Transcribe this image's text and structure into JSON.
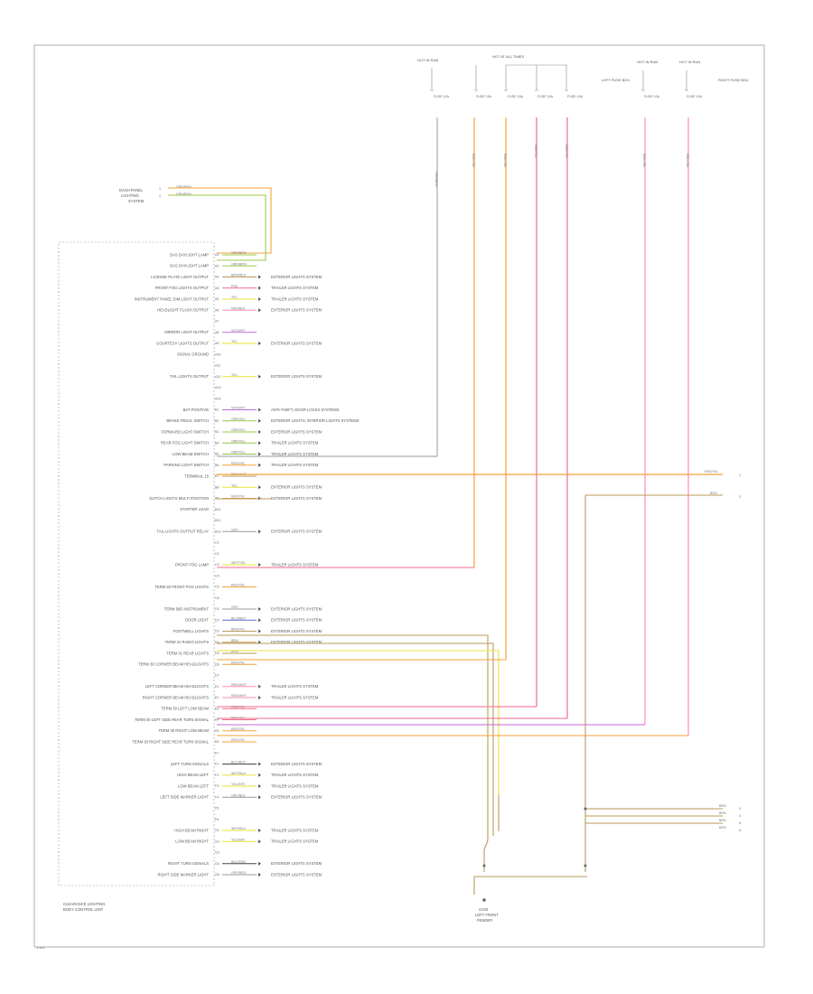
{
  "footer": {
    "page_id": "1 of 1"
  },
  "module": {
    "title_line1": "CLEARANCE LIGHTING",
    "title_line2": "BODY CONTROL UNIT"
  },
  "ground": {
    "line1": "G103",
    "line2": "LEFT FRONT",
    "line3": "FENDER"
  },
  "top_labels": {
    "hot_at_all_times": "HOT AT ALL TIMES",
    "hot_in_run_left": "HOT IN RUN",
    "left_fuse_box": "LEFT FUSE BOX",
    "hot_run_1": "HOT IN RUN",
    "hot_run_2": "HOT IN RUN",
    "right_fuse_box": "RIGHT FUSE BOX",
    "fuse_a": "FUSE 10A",
    "fuse_b": "FUSE 15A",
    "fuse_c": "FUSE 15A",
    "fuse_d": "FUSE 15A",
    "fuse_e": "FUSE 15A",
    "fuse_f": "FUSE 10A",
    "fuse_g": "FUSE 10A"
  },
  "left_input": {
    "labels": [
      "DASH PANEL",
      "LIGHTING",
      "SYSTEM"
    ],
    "wires": [
      "GRN/BRN",
      "GRN/BRN"
    ]
  },
  "connector_labels": {
    "left": [
      "1",
      "2"
    ],
    "right": [
      "1",
      "2",
      "3",
      "4"
    ]
  },
  "pin_rows": [
    {
      "label": "DAS DAYLIGHT LAMP",
      "pin": "A1",
      "wire": "GRN/BRN",
      "dest": ""
    },
    {
      "label": "DAS DAYLIGHT LAMP",
      "pin": "A2",
      "wire": "GRN/BRN",
      "dest": ""
    },
    {
      "label": "LICENSE PLATE LIGHT OUTPUT",
      "pin": "A3",
      "wire": "BRN/RED",
      "dest": "EXTERIOR LIGHTS SYSTEM"
    },
    {
      "label": "FRONT FOG LIGHTS OUTPUT",
      "pin": "A4",
      "wire": "PNK",
      "dest": "TRAILER LIGHTS SYSTEM"
    },
    {
      "label": "INSTRUMENT PANEL DIM LIGHT OUTPUT",
      "pin": "A5",
      "wire": "YEL",
      "dest": "TRAILER LIGHTS SYSTEM"
    },
    {
      "label": "HEADLIGHT FLASH OUTPUT",
      "pin": "A6",
      "wire": "RED/BLK",
      "dest": "EXTERIOR LIGHTS SYSTEM"
    },
    {
      "label": "",
      "pin": "A7",
      "wire": "",
      "dest": ""
    },
    {
      "label": "MIRROR LIGHT OUTPUT",
      "pin": "A8",
      "wire": "VIO/WHT",
      "dest": ""
    },
    {
      "label": "COURTESY LIGHTS OUTPUT",
      "pin": "A9",
      "wire": "YEL",
      "dest": "EXTERIOR LIGHTS SYSTEM"
    },
    {
      "label": "SIGNAL GROUND",
      "pin": "A10",
      "wire": "",
      "dest": ""
    },
    {
      "label": "",
      "pin": "A11",
      "wire": "",
      "dest": ""
    },
    {
      "label": "TAIL LIGHTS OUTPUT",
      "pin": "A12",
      "wire": "YEL",
      "dest": "EXTERIOR LIGHTS SYSTEM"
    },
    {
      "label": "",
      "pin": "A13",
      "wire": "",
      "dest": ""
    },
    {
      "label": "",
      "pin": "A14",
      "wire": "",
      "dest": ""
    },
    {
      "label": "BAT POSITIVE",
      "pin": "B1",
      "wire": "VIO/WHT",
      "dest": "ANTI-THEFT, DOOR LOCKS SYSTEMS"
    },
    {
      "label": "BRAKE PEDAL SWITCH",
      "pin": "B2",
      "wire": "GRN/YEL",
      "dest": "EXTERIOR LIGHTS, INTERIOR LIGHTS SYSTEMS"
    },
    {
      "label": "FORWARD LIGHT SWITCH",
      "pin": "B3",
      "wire": "GRN/YEL",
      "dest": "EXTERIOR LIGHTS SYSTEM"
    },
    {
      "label": "REAR FOG LIGHT SWITCH",
      "pin": "B4",
      "wire": "GRN/YEL",
      "dest": "TRAILER LIGHTS SYSTEM"
    },
    {
      "label": "LOW BEAM SWITCH",
      "pin": "B5",
      "wire": "GRN/YEL",
      "dest": "TRAILER LIGHTS SYSTEM"
    },
    {
      "label": "PARKING LIGHT SWITCH",
      "pin": "B6",
      "wire": "RED/YEL",
      "dest": "TRAILER LIGHTS SYSTEM"
    },
    {
      "label": "TERMINAL 15",
      "pin": "B7",
      "wire": "BRN/WHT",
      "dest": ""
    },
    {
      "label": "",
      "pin": "B8",
      "wire": "YEL",
      "dest": "EXTERIOR LIGHTS SYSTEM"
    },
    {
      "label": "DUTCH LIGHTS MULTI POSITION",
      "pin": "B9",
      "wire": "RED/YEL",
      "dest": "EXTERIOR LIGHTS SYSTEM"
    },
    {
      "label": "STARTER LOAD",
      "pin": "B10",
      "wire": "",
      "dest": ""
    },
    {
      "label": "",
      "pin": "B11",
      "wire": "",
      "dest": ""
    },
    {
      "label": "TAIL LIGHTS OUTPUT RELAY",
      "pin": "B12",
      "wire": "GRY",
      "dest": "EXTERIOR LIGHTS SYSTEM"
    },
    {
      "label": "",
      "pin": "C1",
      "wire": "",
      "dest": ""
    },
    {
      "label": "",
      "pin": "C2",
      "wire": "",
      "dest": ""
    },
    {
      "label": "FRONT FOG LAMP",
      "pin": "C3",
      "wire": "WHT/YEL",
      "dest": "TRAILER LIGHTS SYSTEM"
    },
    {
      "label": "",
      "pin": "C4",
      "wire": "",
      "dest": ""
    },
    {
      "label": "TERM 30 FRONT FOG LIGHTS",
      "pin": "C5",
      "wire": "RED/YEL",
      "dest": ""
    },
    {
      "label": "",
      "pin": "C6",
      "wire": "",
      "dest": ""
    },
    {
      "label": "TERM 58D INSTRUMENT",
      "pin": "D1",
      "wire": "GRY",
      "dest": "EXTERIOR LIGHTS SYSTEM"
    },
    {
      "label": "DOOR LIGHT",
      "pin": "D2",
      "wire": "BLU/WHT",
      "dest": "EXTERIOR LIGHTS SYSTEM"
    },
    {
      "label": "FOOTWELL LIGHTS",
      "pin": "D3",
      "wire": "BRN/VIO",
      "dest": "EXTERIOR LIGHTS SYSTEM"
    },
    {
      "label": "TERM 31 RADIO LIGHTS",
      "pin": "D4",
      "wire": "BRN",
      "dest": "EXTERIOR LIGHTS SYSTEM"
    },
    {
      "label": "TERM 31 REAR LIGHTS",
      "pin": "D5",
      "wire": "BRN",
      "dest": ""
    },
    {
      "label": "TERM 30 CORNER BEAM HEADLIGHTS",
      "pin": "D6",
      "wire": "RED/YEL",
      "dest": ""
    },
    {
      "label": "",
      "pin": "D7",
      "wire": "",
      "dest": ""
    },
    {
      "label": "LEFT CORNER BEAM HEADLIGHTS",
      "pin": "E1",
      "wire": "RED/WHT",
      "dest": "TRAILER LIGHTS SYSTEM"
    },
    {
      "label": "RIGHT CORNER BEAM HEADLIGHTS",
      "pin": "E2",
      "wire": "RED/WHT",
      "dest": "TRAILER LIGHTS SYSTEM"
    },
    {
      "label": "TERM 30 LEFT LOW BEAM",
      "pin": "E3",
      "wire": "RED/VIO",
      "dest": ""
    },
    {
      "label": "TERM 30 LEFT SIDE REAR TURN SIGNAL",
      "pin": "E4",
      "wire": "RED/VIO",
      "dest": ""
    },
    {
      "label": "TERM 30 RIGHT LOW BEAM",
      "pin": "E5",
      "wire": "RED/YEL",
      "dest": ""
    },
    {
      "label": "TERM 30 RIGHT SIDE REAR TURN SIGNAL",
      "pin": "E6",
      "wire": "RED/YEL",
      "dest": ""
    },
    {
      "label": "",
      "pin": "E7",
      "wire": "",
      "dest": ""
    },
    {
      "label": "LEFT TURN SIGNALS",
      "pin": "F1",
      "wire": "BLK/WHT",
      "dest": "EXTERIOR LIGHTS SYSTEM"
    },
    {
      "label": "HIGH BEAM LEFT",
      "pin": "F2",
      "wire": "WHT/BLK",
      "dest": "TRAILER LIGHTS SYSTEM"
    },
    {
      "label": "LOW BEAM LEFT",
      "pin": "F3",
      "wire": "YEL/GRY",
      "dest": "TRAILER LIGHTS SYSTEM"
    },
    {
      "label": "LEFT SIDE MARKER LIGHT",
      "pin": "F4",
      "wire": "GRY/BLK",
      "dest": "EXTERIOR LIGHTS SYSTEM"
    },
    {
      "label": "",
      "pin": "F5",
      "wire": "",
      "dest": ""
    },
    {
      "label": "",
      "pin": "F6",
      "wire": "",
      "dest": ""
    },
    {
      "label": "HIGH BEAM RIGHT",
      "pin": "G1",
      "wire": "WHT/BLK",
      "dest": "TRAILER LIGHTS SYSTEM"
    },
    {
      "label": "LOW BEAM RIGHT",
      "pin": "G2",
      "wire": "YEL/GRY",
      "dest": "TRAILER LIGHTS SYSTEM"
    },
    {
      "label": "",
      "pin": "G3",
      "wire": "",
      "dest": ""
    },
    {
      "label": "RIGHT TURN SIGNALS",
      "pin": "G4",
      "wire": "BLK/GRN",
      "dest": "EXTERIOR LIGHTS SYSTEM"
    },
    {
      "label": "RIGHT SIDE MARKER LIGHT",
      "pin": "G5",
      "wire": "GRY/RED",
      "dest": "EXTERIOR LIGHTS SYSTEM"
    }
  ],
  "right_outputs": [
    {
      "wire": "RED/YEL",
      "tag": "1"
    },
    {
      "wire": "BRN",
      "tag": "2"
    },
    {
      "wire": "BRN",
      "tag": "3"
    },
    {
      "wire": "BRN",
      "tag": "4"
    },
    {
      "wire": "BRN",
      "tag": "5"
    },
    {
      "wire": "BRN",
      "tag": "6"
    }
  ],
  "vertical_wire_labels": [
    "GRN/BRN",
    "RED/YEL",
    "RED/YEL",
    "RED/VIO",
    "RED/VIO",
    "RED/YEL",
    "RED/YEL"
  ],
  "colors": {
    "orange": "#f4a13a",
    "pink": "#f06a8a",
    "red_pink": "#ff8fa8",
    "yellow": "#e8e23a",
    "green": "#9bc84a",
    "brown": "#b89a5a",
    "violet": "#c06ad8",
    "blue": "#5b6fd6",
    "gray": "#9a9a9a",
    "black": "#444444"
  }
}
